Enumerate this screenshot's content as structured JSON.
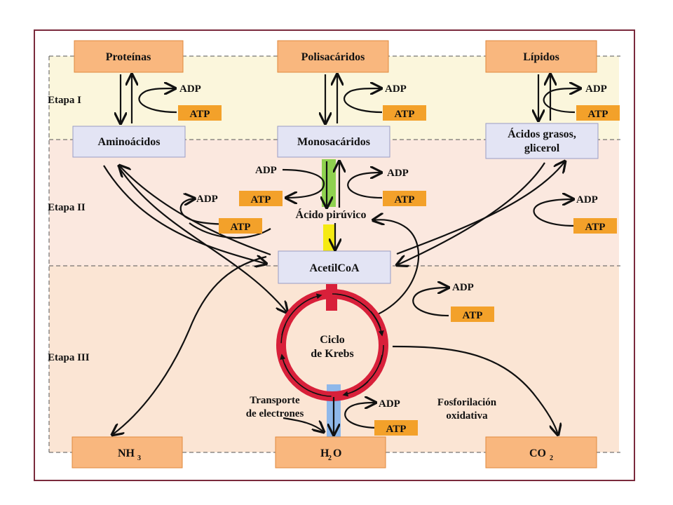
{
  "stages": {
    "stage1": "Etapa I",
    "stage2": "Etapa II",
    "stage3": "Etapa III"
  },
  "boxes": {
    "proteinas": "Proteínas",
    "polisacaridos": "Polisacáridos",
    "lipidos": "Lípidos",
    "aminoacidos": "Aminoácidos",
    "monosacaridos": "Monosacáridos",
    "acidos_line1": "Ácidos grasos,",
    "acidos_line2": "glicerol",
    "acetilcoa": "AcetilCoA",
    "nh3_main": "NH",
    "nh3_sub": "3",
    "h2o_h": "H",
    "h2o_sub": "2",
    "h2o_o": "O",
    "co2_main": "CO",
    "co2_sub": "2"
  },
  "labels": {
    "adp": "ADP",
    "atp": "ATP",
    "acido_piruvico": "Ácido pirúvico",
    "ciclo_line1": "Ciclo",
    "ciclo_line2": "de Krebs",
    "transporte_line1": "Transporte",
    "transporte_line2": "de electrones",
    "fosforilacion_line1": "Fosforilación",
    "fosforilacion_line2": "oxidativa"
  },
  "colors": {
    "stage1_bg": "#fbf6dc",
    "stage2_bg": "#fbe8df",
    "stage3_bg": "#fbe5d4",
    "orange_box": "#f9b77e",
    "blue_box": "#e3e4f4",
    "atp_tag": "#f3a12a",
    "krebs_red": "#d8203a",
    "green_band": "#8fd14f",
    "yellow_band": "#f5ea12",
    "blue_band": "#8fb8ea",
    "frame": "#7a2a3c"
  }
}
